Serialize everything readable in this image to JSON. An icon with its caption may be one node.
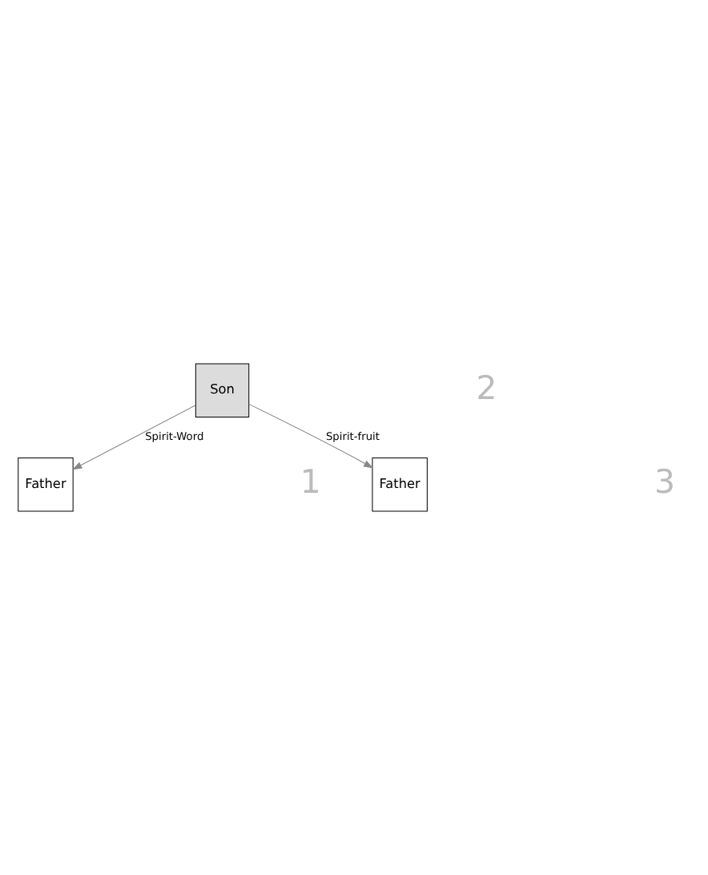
{
  "diagram": {
    "nodes": [
      {
        "text": [
          "Father"
        ]
      },
      {
        "text": [
          "Son"
        ]
      },
      {
        "text": [
          "Father"
        ]
      }
    ],
    "edges": [
      {
        "from": 1,
        "to": 0,
        "arrow": "to",
        "label": "Spirit-Word"
      },
      {
        "from": 1,
        "to": 2,
        "arrow": "to",
        "label": "Spirit-fruit"
      }
    ],
    "labels": [
      "1",
      "2",
      "3"
    ]
  }
}
